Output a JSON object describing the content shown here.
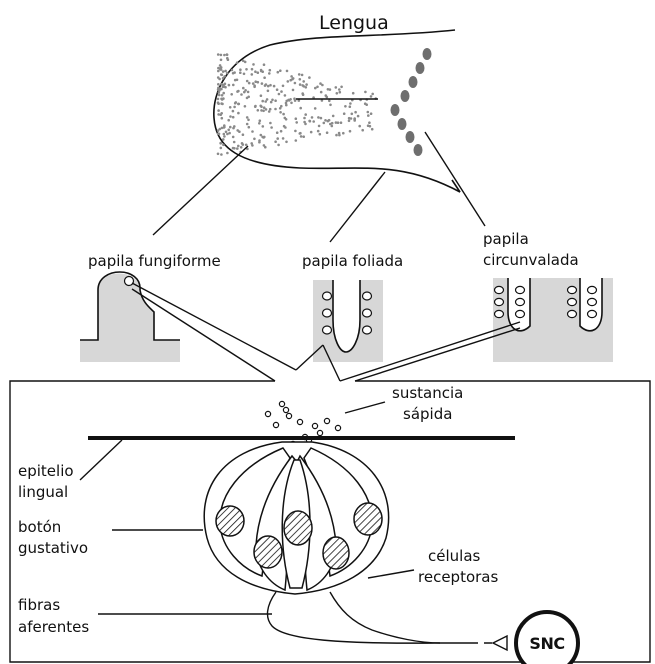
{
  "title": "Lengua",
  "papillae": {
    "fungiform": "papila fungiforme",
    "foliate": "papila foliada",
    "circumvallate_line1": "papila",
    "circumvallate_line2": "circunvalada"
  },
  "detail": {
    "substance_line1": "sustancia",
    "substance_line2": "sápida",
    "epithelium_line1": "epitelio",
    "epithelium_line2": "lingual",
    "bud_line1": "botón",
    "bud_line2": "gustativo",
    "receptors_line1": "células",
    "receptors_line2": "receptoras",
    "fibers_line1": "fibras",
    "fibers_line2": "aferentes",
    "cns": "SNC"
  },
  "colors": {
    "tissue": "#d7d7d7",
    "taste_dots": "#8a8a8a",
    "circumvallate_markers": "#6e6e6e"
  }
}
